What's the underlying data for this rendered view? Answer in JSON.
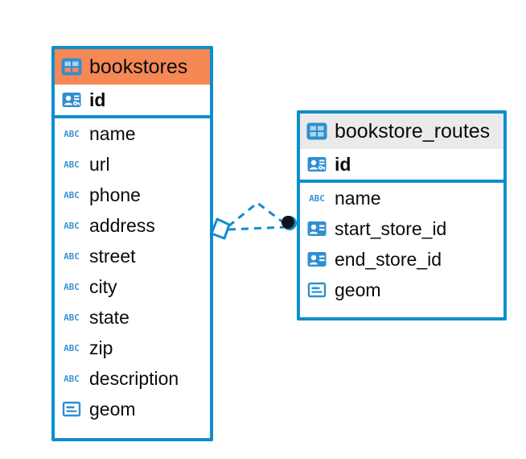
{
  "diagram": {
    "type": "entity-relationship-diagram",
    "background": "#ffffff",
    "accent_color": "#0d8ecf",
    "selected_header_color": "#f58855",
    "header_color": "#eaeaea"
  },
  "entities": [
    {
      "name": "bookstores",
      "title": "bookstores",
      "selected": true,
      "header_icon": "table-icon",
      "keys": [
        {
          "label": "id",
          "icon": "primary-key-icon",
          "bold": true
        }
      ],
      "fields": [
        {
          "label": "name",
          "icon": "text-abc-icon"
        },
        {
          "label": "url",
          "icon": "text-abc-icon"
        },
        {
          "label": "phone",
          "icon": "text-abc-icon"
        },
        {
          "label": "address",
          "icon": "text-abc-icon"
        },
        {
          "label": "street",
          "icon": "text-abc-icon"
        },
        {
          "label": "city",
          "icon": "text-abc-icon"
        },
        {
          "label": "state",
          "icon": "text-abc-icon"
        },
        {
          "label": "zip",
          "icon": "text-abc-icon"
        },
        {
          "label": "description",
          "icon": "text-abc-icon"
        },
        {
          "label": "geom",
          "icon": "geometry-icon"
        }
      ]
    },
    {
      "name": "bookstore_routes",
      "title": "bookstore_routes",
      "selected": false,
      "header_icon": "table-icon",
      "keys": [
        {
          "label": "id",
          "icon": "primary-key-icon",
          "bold": true
        }
      ],
      "fields": [
        {
          "label": "name",
          "icon": "text-abc-icon"
        },
        {
          "label": "start_store_id",
          "icon": "foreign-key-icon"
        },
        {
          "label": "end_store_id",
          "icon": "foreign-key-icon"
        },
        {
          "label": "geom",
          "icon": "geometry-icon"
        }
      ]
    }
  ],
  "relationships": [
    {
      "from": "bookstores",
      "to": "bookstore_routes.start_store_id",
      "style": "dashed",
      "color": "#0d8ecf",
      "source_marker": "diamond-open",
      "target_marker": "filled-circle"
    },
    {
      "from": "bookstores",
      "to": "bookstore_routes.end_store_id",
      "style": "dashed",
      "color": "#0d8ecf",
      "source_marker": "diamond-open",
      "target_marker": "filled-circle"
    }
  ]
}
